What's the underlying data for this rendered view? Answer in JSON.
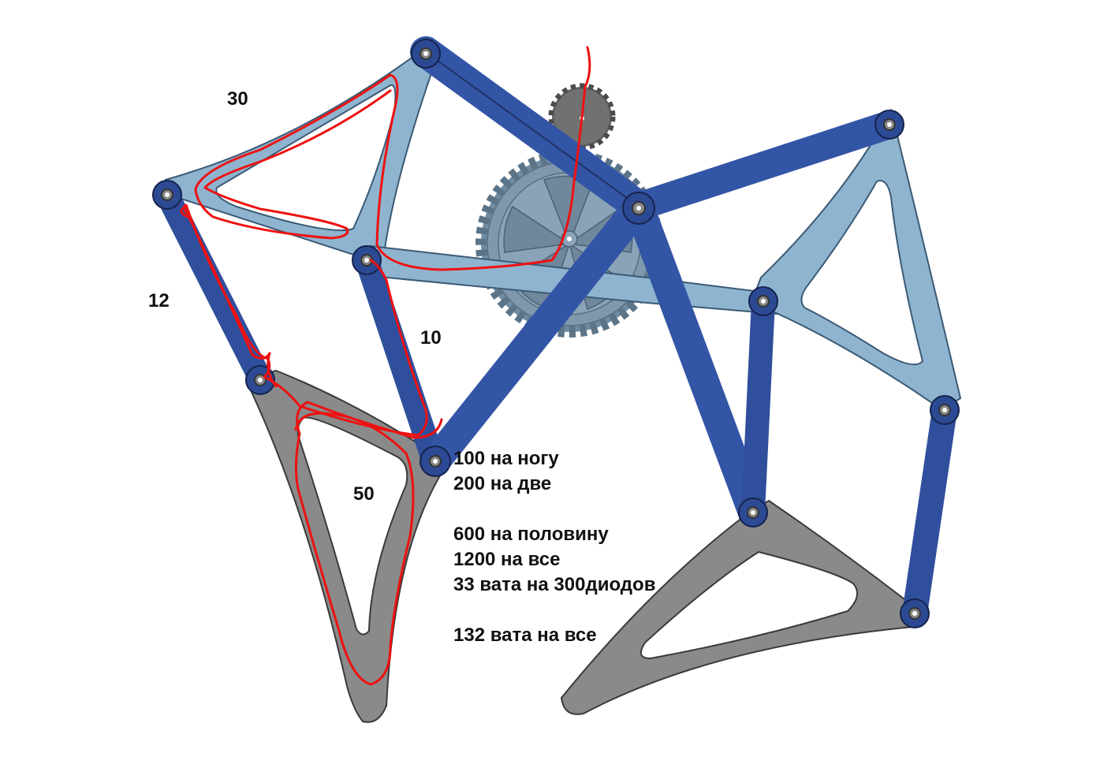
{
  "labels": {
    "label_30": "30",
    "label_12": "12",
    "label_10": "10",
    "label_50": "50"
  },
  "notes": [
    "100 на ногу",
    "200 на две",
    "",
    "600 на половину",
    "1200 на все",
    "33 вата на 300диодов",
    "",
    "132 вата на все"
  ],
  "colors": {
    "link_blue": "#2f4f9c",
    "plate_light_blue": "#8fb4cf",
    "plate_grey": "#8a8a8a",
    "gear_blue": "#7f98ad",
    "gear_grey": "#6d6d6d",
    "wire_red": "#ee1111"
  }
}
